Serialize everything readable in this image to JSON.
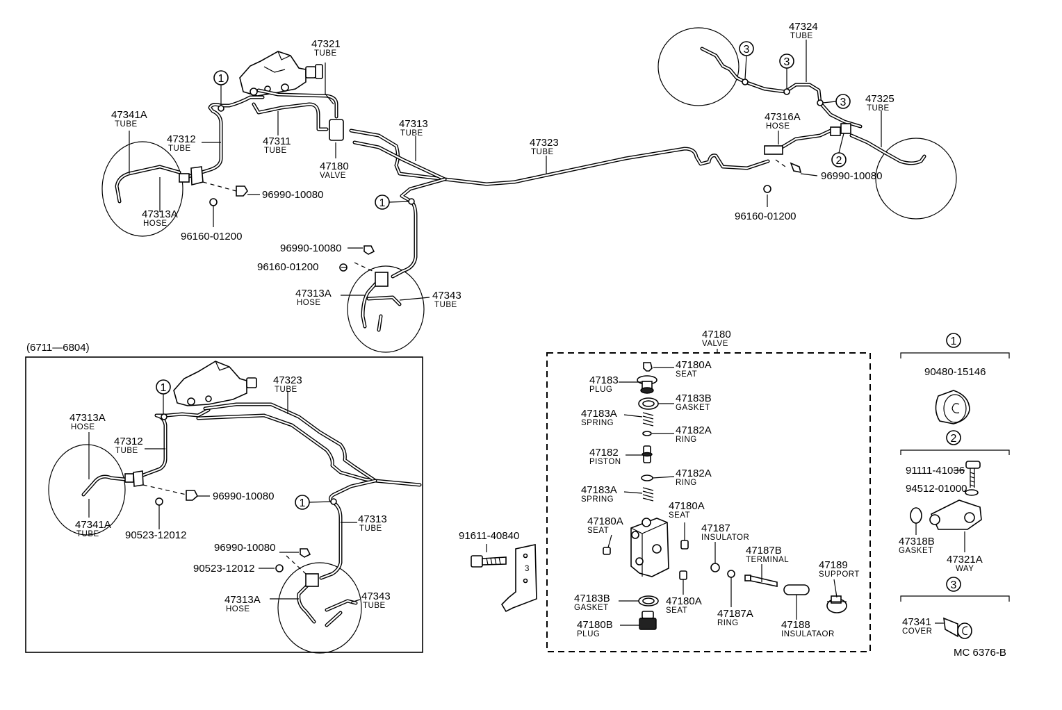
{
  "drawing_code": "MC 6376-B",
  "variant_box_label": "(6711—6804)",
  "circled_refs": {
    "r1": "1",
    "r2": "2",
    "r3": "3"
  },
  "inset_headers": [
    "1",
    "2",
    "3"
  ],
  "main_labels": [
    {
      "id": "l47321",
      "pn": "47321",
      "nm": "TUBE"
    },
    {
      "id": "l47341A",
      "pn": "47341A",
      "nm": "TUBE"
    },
    {
      "id": "l47312",
      "pn": "47312",
      "nm": "TUBE"
    },
    {
      "id": "l47311",
      "pn": "47311",
      "nm": "TUBE"
    },
    {
      "id": "l47180v",
      "pn": "47180",
      "nm": "VALVE"
    },
    {
      "id": "l47313",
      "pn": "47313",
      "nm": "TUBE"
    },
    {
      "id": "l47323",
      "pn": "47323",
      "nm": "TUBE"
    },
    {
      "id": "l47313Aa",
      "pn": "47313A",
      "nm": "HOSE"
    },
    {
      "id": "l47313Ab",
      "pn": "47313A",
      "nm": "HOSE"
    },
    {
      "id": "l47343a",
      "pn": "47343",
      "nm": "TUBE"
    },
    {
      "id": "l47324",
      "pn": "47324",
      "nm": "TUBE"
    },
    {
      "id": "l47325",
      "pn": "47325",
      "nm": "TUBE"
    },
    {
      "id": "l47316A",
      "pn": "47316A",
      "nm": "HOSE"
    }
  ],
  "main_refs": [
    {
      "id": "r96990a",
      "text": "96990-10080"
    },
    {
      "id": "r96160a",
      "text": "96160-01200"
    },
    {
      "id": "r96990b",
      "text": "96990-10080"
    },
    {
      "id": "r96160b",
      "text": "96160-01200"
    },
    {
      "id": "r96990c",
      "text": "96990-10080"
    },
    {
      "id": "r96160c",
      "text": "96160-01200"
    }
  ],
  "variant_labels": [
    {
      "id": "v47323",
      "pn": "47323",
      "nm": "TUBE"
    },
    {
      "id": "v47313A",
      "pn": "47313A",
      "nm": "HOSE"
    },
    {
      "id": "v47312",
      "pn": "47312",
      "nm": "TUBE"
    },
    {
      "id": "v47341A",
      "pn": "47341A",
      "nm": "TUBE"
    },
    {
      "id": "v47313",
      "pn": "47313",
      "nm": "TUBE"
    },
    {
      "id": "v47313Ab",
      "pn": "47313A",
      "nm": "HOSE"
    },
    {
      "id": "v47343",
      "pn": "47343",
      "nm": "TUBE"
    }
  ],
  "variant_refs": [
    {
      "id": "vr96990a",
      "text": "96990-10080"
    },
    {
      "id": "vr90523a",
      "text": "90523-12012"
    },
    {
      "id": "vr96990b",
      "text": "96990-10080"
    },
    {
      "id": "vr90523b",
      "text": "90523-12012"
    }
  ],
  "valve_header": {
    "pn": "47180",
    "nm": "VALVE"
  },
  "valve_parts": [
    {
      "id": "p47180A1",
      "pn": "47180A",
      "nm": "SEAT"
    },
    {
      "id": "p47183",
      "pn": "47183",
      "nm": "PLUG"
    },
    {
      "id": "p47183B1",
      "pn": "47183B",
      "nm": "GASKET"
    },
    {
      "id": "p47183A1",
      "pn": "47183A",
      "nm": "SPRING"
    },
    {
      "id": "p47182A1",
      "pn": "47182A",
      "nm": "RING"
    },
    {
      "id": "p47182",
      "pn": "47182",
      "nm": "PISTON"
    },
    {
      "id": "p47182A2",
      "pn": "47182A",
      "nm": "RING"
    },
    {
      "id": "p47183A2",
      "pn": "47183A",
      "nm": "SPRING"
    },
    {
      "id": "p47180A2",
      "pn": "47180A",
      "nm": "SEAT"
    },
    {
      "id": "p47180A3",
      "pn": "47180A",
      "nm": "SEAT"
    },
    {
      "id": "p47187",
      "pn": "47187",
      "nm": "INSULATOR"
    },
    {
      "id": "p47187B",
      "pn": "47187B",
      "nm": "TERMINAL"
    },
    {
      "id": "p47189",
      "pn": "47189",
      "nm": "SUPPORT"
    },
    {
      "id": "p47183B2",
      "pn": "47183B",
      "nm": "GASKET"
    },
    {
      "id": "p47180A4",
      "pn": "47180A",
      "nm": "SEAT"
    },
    {
      "id": "p47187A",
      "pn": "47187A",
      "nm": "RING"
    },
    {
      "id": "p47188",
      "pn": "47188",
      "nm": "INSULATAOR"
    },
    {
      "id": "p47180B",
      "pn": "47180B",
      "nm": "PLUG"
    }
  ],
  "bracket_ref": "91611-40840",
  "inset1_ref": "90480-15146",
  "inset2_refs": {
    "bolt": "91111-41036",
    "washer": "94512-01000"
  },
  "inset2_labels": [
    {
      "id": "i47318B",
      "pn": "47318B",
      "nm": "GASKET"
    },
    {
      "id": "i47321A",
      "pn": "47321A",
      "nm": "WAY"
    }
  ],
  "inset3_label": {
    "pn": "47341",
    "nm": "COVER"
  }
}
